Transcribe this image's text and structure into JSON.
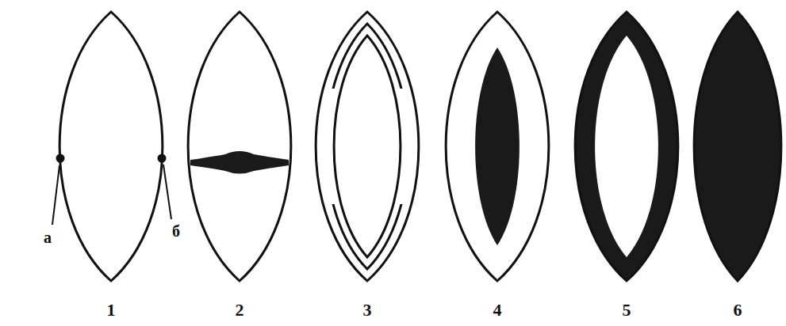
{
  "diagram": {
    "labels": [
      "а",
      "б",
      "1",
      "2",
      "3",
      "4",
      "5",
      "6"
    ]
  }
}
